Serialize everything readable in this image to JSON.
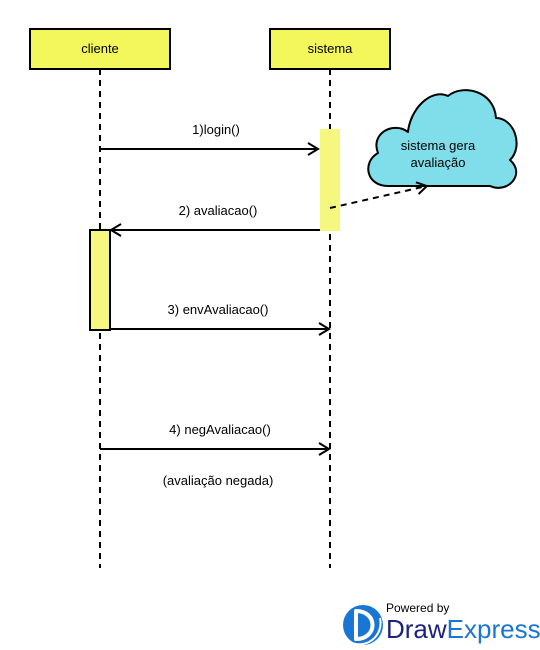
{
  "participants": [
    {
      "name": "cliente"
    },
    {
      "name": "sistema"
    }
  ],
  "messages": [
    {
      "label": "1)login()"
    },
    {
      "label": "2) avaliacao()"
    },
    {
      "label": "3) envAvaliacao()"
    },
    {
      "label": "4) negAvaliacao()"
    }
  ],
  "notes": {
    "negated": "(avaliação negada)"
  },
  "cloud": {
    "line1": "sistema gera",
    "line2": "avaliação"
  },
  "branding": {
    "powered_by": "Powered by",
    "brand_part1": "Draw",
    "brand_part2": "Express"
  },
  "colors": {
    "participant_fill": "#f4f75b",
    "activation_fill": "#f5f77f",
    "cloud_fill": "#80deea",
    "brand_blue": "#1976d2",
    "brand_dark": "#1a237e"
  }
}
